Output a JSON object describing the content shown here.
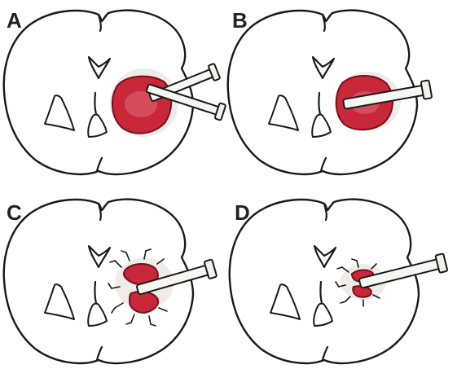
{
  "figure": {
    "panels": [
      {
        "id": "A",
        "label": "A",
        "stage": "large"
      },
      {
        "id": "B",
        "label": "B",
        "stage": "large-single"
      },
      {
        "id": "C",
        "label": "C",
        "stage": "medium"
      },
      {
        "id": "D",
        "label": "D",
        "stage": "small"
      }
    ],
    "colors": {
      "hematoma": "#c8283a",
      "hematoma_edge": "#7a0f1c",
      "outline": "#1a1a1a",
      "background": "#ffffff"
    }
  }
}
